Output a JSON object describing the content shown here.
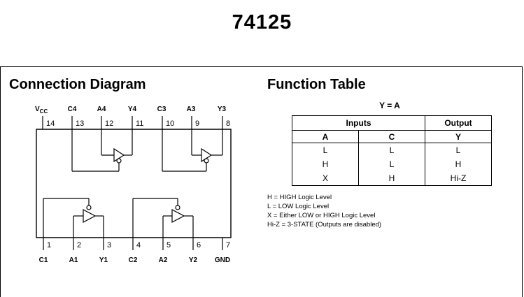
{
  "part_number": "74125",
  "connection_diagram": {
    "title": "Connection Diagram",
    "top_pins": [
      {
        "number": "14",
        "name": "V",
        "sub": "CC"
      },
      {
        "number": "13",
        "name": "C4"
      },
      {
        "number": "12",
        "name": "A4"
      },
      {
        "number": "11",
        "name": "Y4"
      },
      {
        "number": "10",
        "name": "C3"
      },
      {
        "number": "9",
        "name": "A3"
      },
      {
        "number": "8",
        "name": "Y3"
      }
    ],
    "bottom_pins": [
      {
        "number": "1",
        "name": "C1"
      },
      {
        "number": "2",
        "name": "A1"
      },
      {
        "number": "3",
        "name": "Y1"
      },
      {
        "number": "4",
        "name": "C2"
      },
      {
        "number": "5",
        "name": "A2"
      },
      {
        "number": "6",
        "name": "Y2"
      },
      {
        "number": "7",
        "name": "GND"
      }
    ]
  },
  "function_table": {
    "title": "Function Table",
    "equation": "Y = A",
    "inputs_label": "Inputs",
    "output_label": "Output",
    "columns": [
      "A",
      "C",
      "Y"
    ],
    "rows": [
      [
        "L",
        "L",
        "L"
      ],
      [
        "H",
        "L",
        "H"
      ],
      [
        "X",
        "H",
        "Hi-Z"
      ]
    ],
    "legend": [
      "H = HIGH Logic Level",
      "L = LOW Logic Level",
      "X = Either LOW or HIGH Logic Level",
      "Hi-Z = 3-STATE (Outputs are disabled)"
    ]
  }
}
